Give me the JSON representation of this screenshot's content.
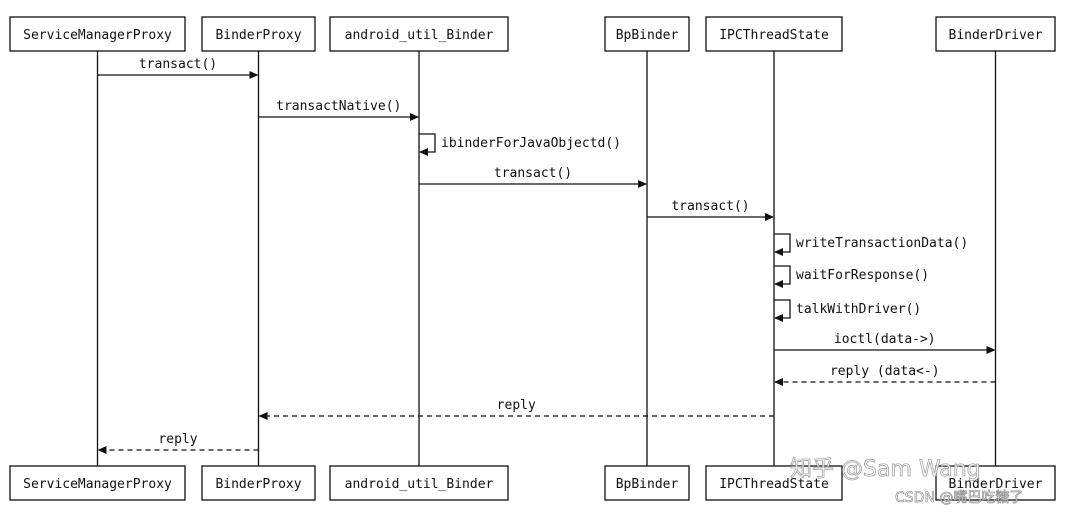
{
  "participants": [
    {
      "id": "smp",
      "label": "ServiceManagerProxy"
    },
    {
      "id": "bp",
      "label": "BinderProxy"
    },
    {
      "id": "aub",
      "label": "android_util_Binder"
    },
    {
      "id": "bpb",
      "label": "BpBinder"
    },
    {
      "id": "ipc",
      "label": "IPCThreadState"
    },
    {
      "id": "drv",
      "label": "BinderDriver"
    }
  ],
  "messages": [
    {
      "from": "smp",
      "to": "bp",
      "label": "transact()",
      "style": "solid"
    },
    {
      "from": "bp",
      "to": "aub",
      "label": "transactNative()",
      "style": "solid"
    },
    {
      "from": "aub",
      "to": "aub",
      "label": "ibinderForJavaObjectd()",
      "style": "self"
    },
    {
      "from": "aub",
      "to": "bpb",
      "label": "transact()",
      "style": "solid"
    },
    {
      "from": "bpb",
      "to": "ipc",
      "label": "transact()",
      "style": "solid"
    },
    {
      "from": "ipc",
      "to": "ipc",
      "label": "writeTransactionData()",
      "style": "self"
    },
    {
      "from": "ipc",
      "to": "ipc",
      "label": "waitForResponse()",
      "style": "self"
    },
    {
      "from": "ipc",
      "to": "ipc",
      "label": "talkWithDriver()",
      "style": "self"
    },
    {
      "from": "ipc",
      "to": "drv",
      "label": "ioctl(data->)",
      "style": "solid"
    },
    {
      "from": "drv",
      "to": "ipc",
      "label": "reply (data<-)",
      "style": "dashed"
    },
    {
      "from": "ipc",
      "to": "bp",
      "label": "reply",
      "style": "dashed"
    },
    {
      "from": "bp",
      "to": "smp",
      "label": "reply",
      "style": "dashed"
    }
  ],
  "watermark": {
    "line1": "知乎 @Sam Wang",
    "line2": "CSDN @嘴巴吃糖了"
  },
  "colors": {
    "line": "#111111",
    "box_border": "#111111",
    "background": "#ffffff"
  }
}
